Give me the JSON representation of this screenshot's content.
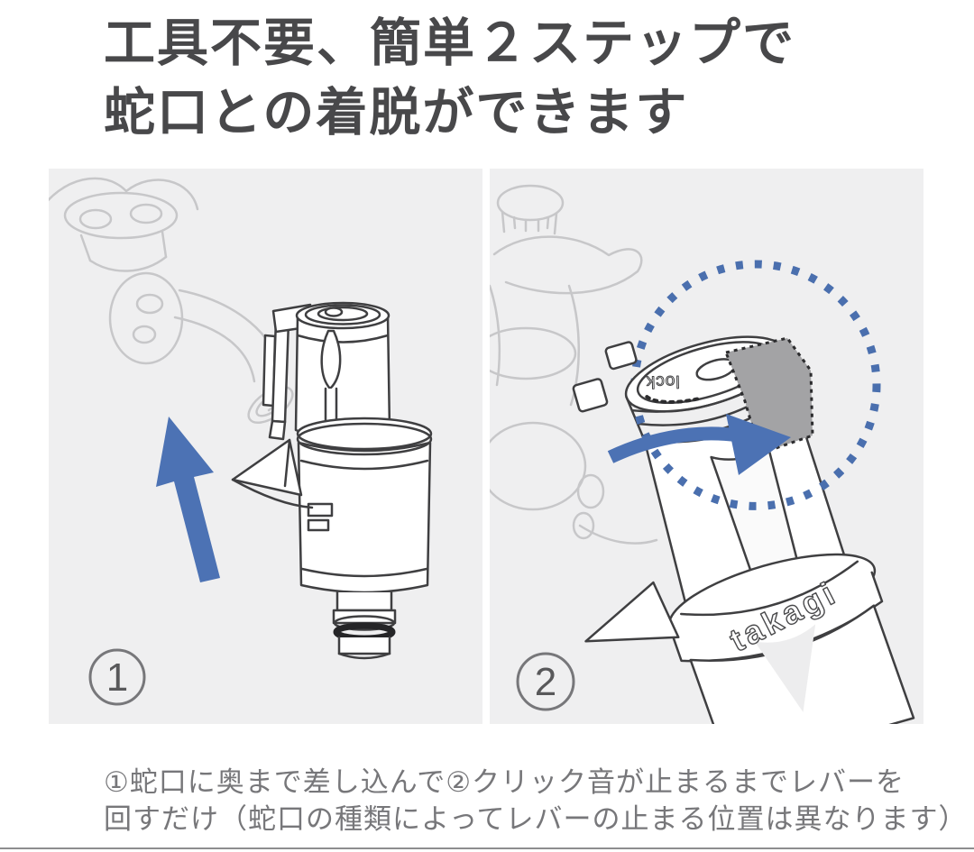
{
  "title": {
    "line1": "工具不要、簡単２ステップで",
    "line2": "蛇口との着脱ができます"
  },
  "steps": [
    {
      "number": "1"
    },
    {
      "number": "2"
    }
  ],
  "caption": {
    "line1": "①蛇口に奥まで差し込んで②クリック音が止まるまでレバーを",
    "line2": "回すだけ（蛇口の種類によってレバーの止まる位置は異なります）"
  },
  "illustration": {
    "brand_label": "takagi",
    "engraved_label": "lock"
  },
  "colors": {
    "accent_blue": "#4c72b4",
    "dotted_circle_blue": "#4a6fae",
    "panel_background": "#efeff0",
    "line_art": "#3f3f41",
    "faint_line": "#c7c7c9",
    "title_text": "#48484a",
    "caption_text": "#77777a",
    "highlight_gray": "#a3a3a5"
  }
}
